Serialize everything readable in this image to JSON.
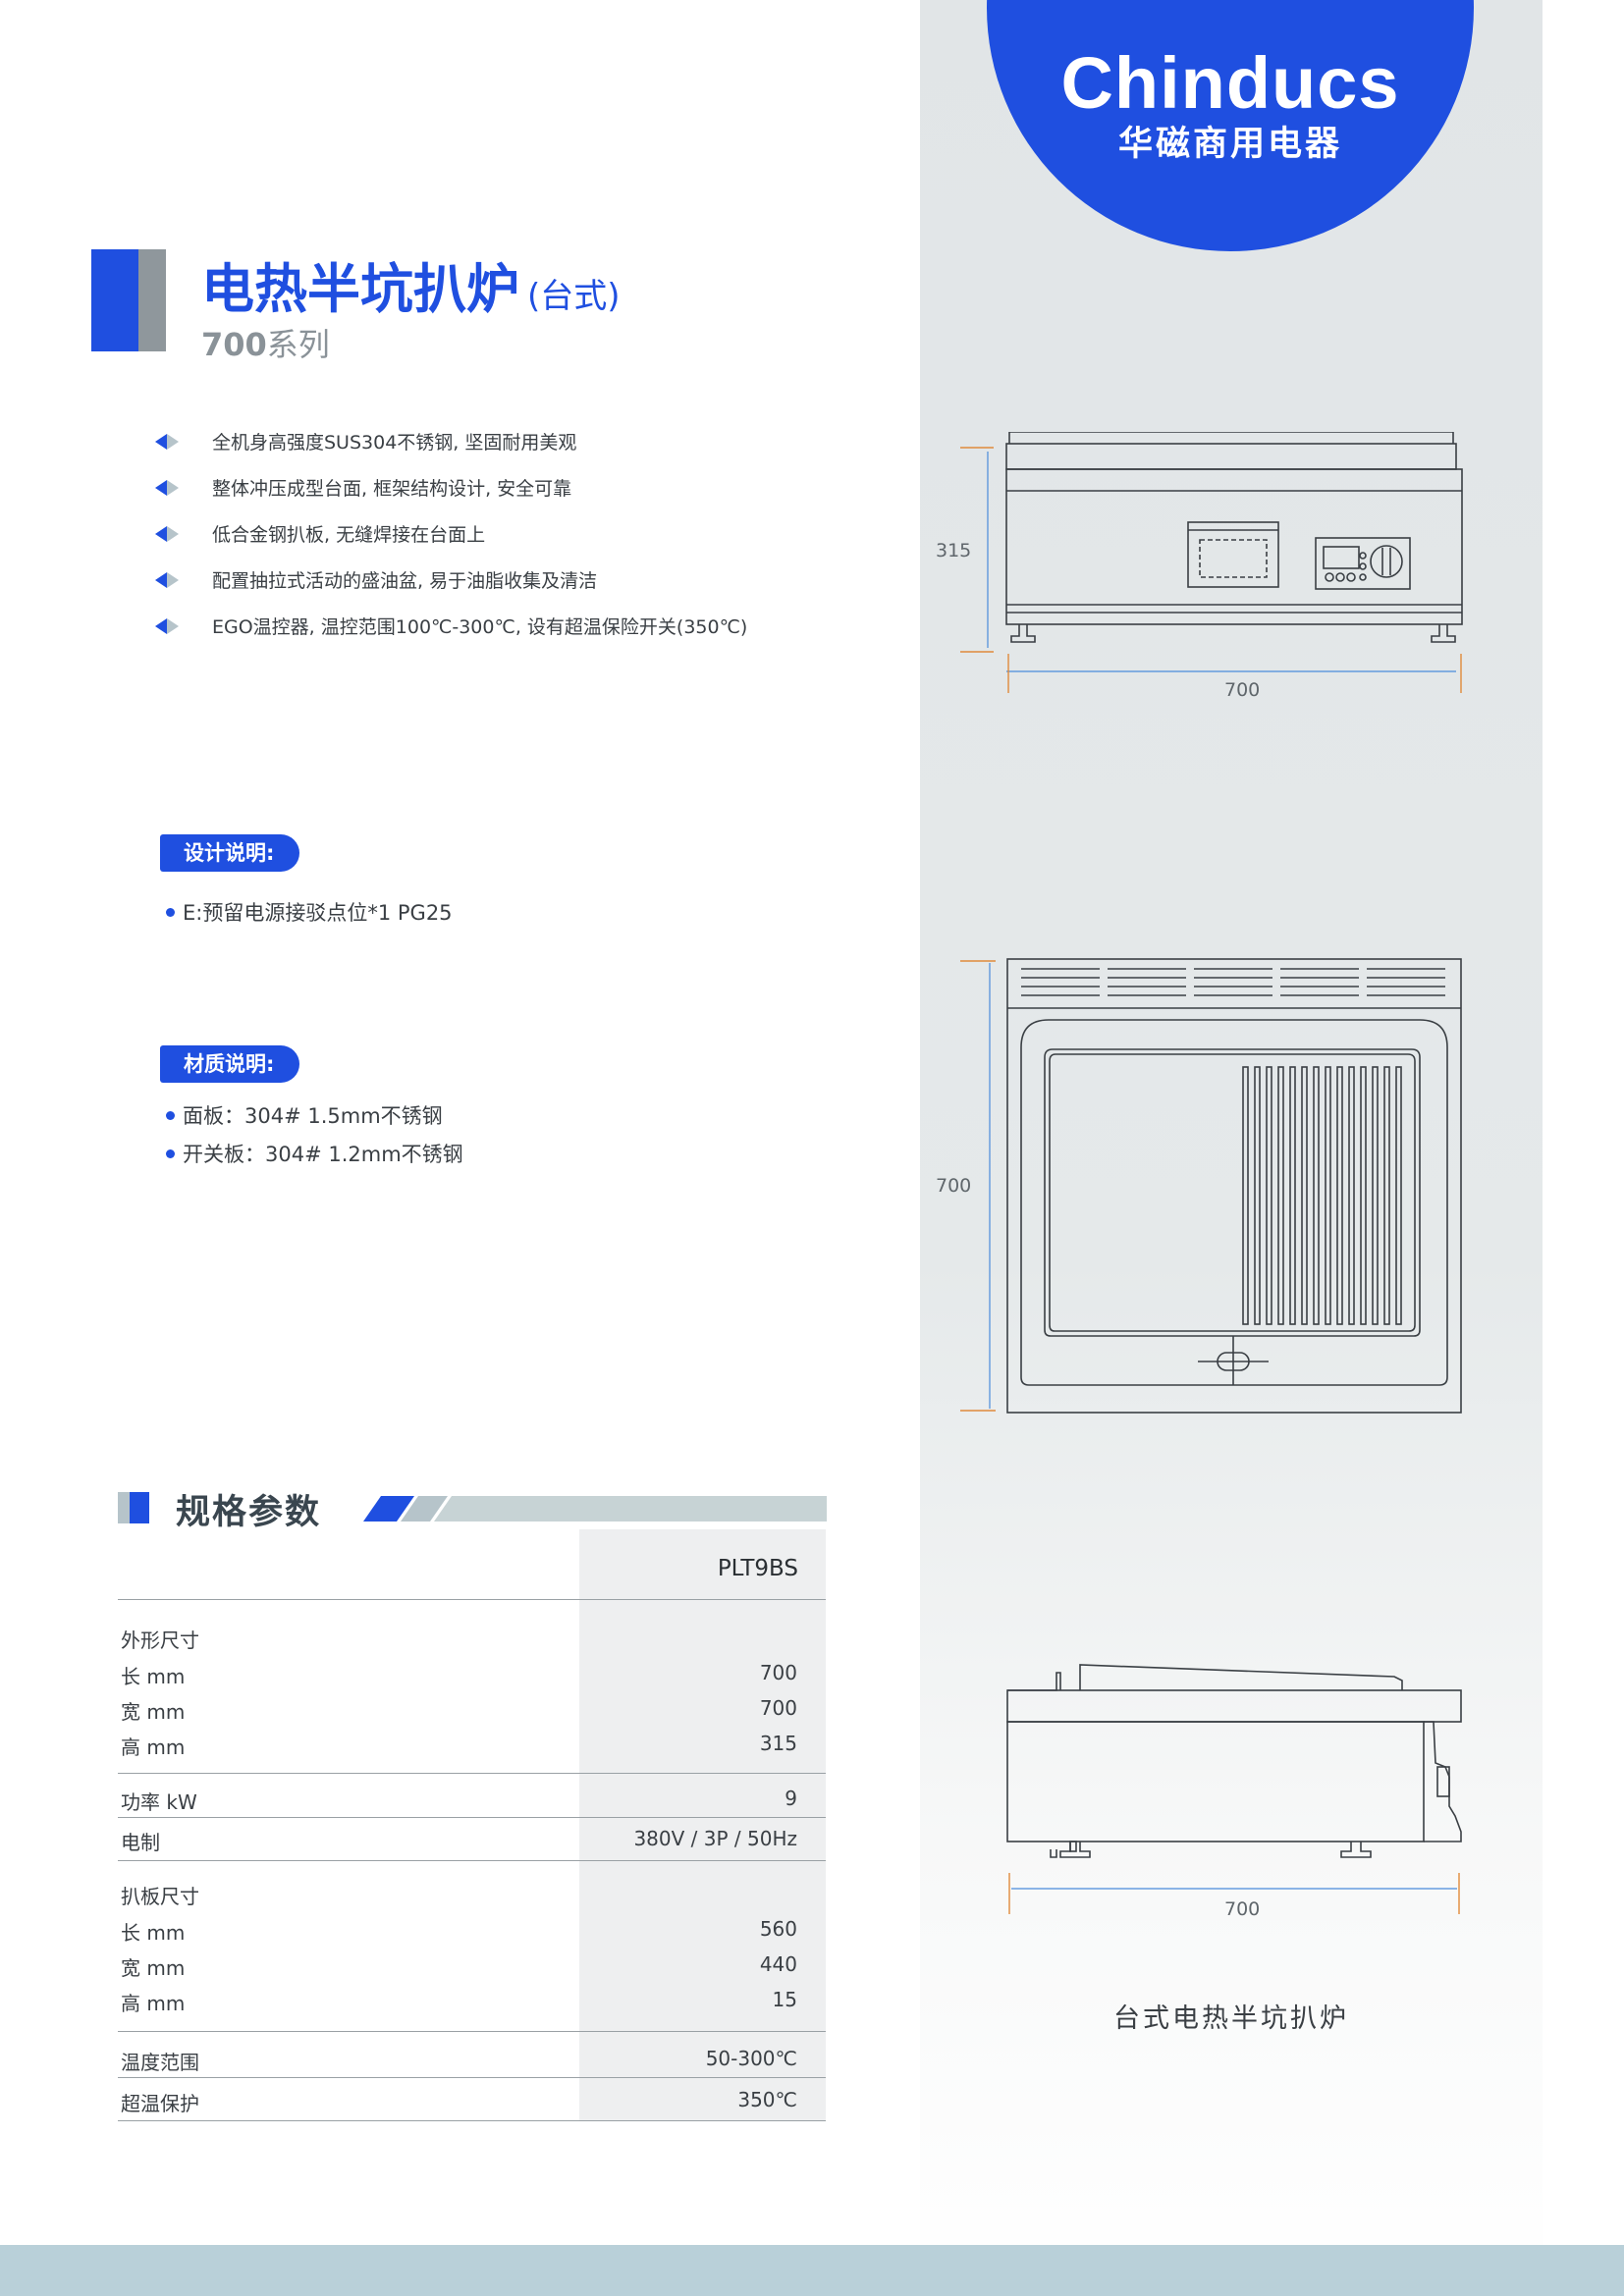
{
  "brand": {
    "logo_en": "Chinducs",
    "logo_cn": "华磁商用电器",
    "accent_color": "#1f4fe0"
  },
  "title": {
    "main": "电热半坑扒炉",
    "suffix": "(台式)",
    "series_number": "700",
    "series_suffix": "系列"
  },
  "features": [
    "全机身高强度SUS304不锈钢, 坚固耐用美观",
    "整体冲压成型台面, 框架结构设计, 安全可靠",
    "低合金钢扒板, 无缝焊接在台面上",
    "配置抽拉式活动的盛油盆, 易于油脂收集及清洁",
    "EGO温控器, 温控范围100℃-300℃, 设有超温保险开关(350℃)"
  ],
  "design_note": {
    "tag": "设计说明:",
    "items": [
      "E:预留电源接驳点位*1 PG25"
    ]
  },
  "material_note": {
    "tag": "材质说明:",
    "items": [
      "面板：304# 1.5mm不锈钢",
      "开关板：304# 1.2mm不锈钢"
    ]
  },
  "specs": {
    "title": "规格参数",
    "model": "PLT9BS",
    "outer_size_label": "外形尺寸",
    "outer": [
      {
        "label": "长 mm",
        "value": "700"
      },
      {
        "label": "宽 mm",
        "value": "700"
      },
      {
        "label": "高 mm",
        "value": "315"
      }
    ],
    "power": {
      "label": "功率 kW",
      "value": "9"
    },
    "electric": {
      "label": "电制",
      "value": "380V / 3P / 50Hz"
    },
    "plate_size_label": "扒板尺寸",
    "plate": [
      {
        "label": "长 mm",
        "value": "560"
      },
      {
        "label": "宽 mm",
        "value": "440"
      },
      {
        "label": "高 mm",
        "value": "15"
      }
    ],
    "temp_range": {
      "label": "温度范围",
      "value": "50-300℃"
    },
    "overtemp": {
      "label": "超温保护",
      "value": "350℃"
    }
  },
  "drawings": {
    "front_height": "315",
    "front_width": "700",
    "top_depth": "700",
    "side_width": "700",
    "caption": "台式电热半坑扒炉"
  }
}
